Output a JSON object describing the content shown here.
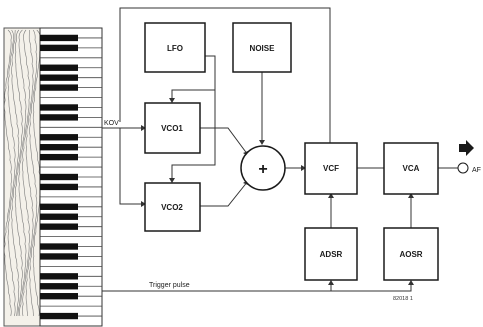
{
  "blocks": {
    "lfo": "LFO",
    "noise": "NOISE",
    "vco1": "VCO1",
    "vco2": "VCO2",
    "mixer": "+",
    "vcf": "VCF",
    "vca": "VCA",
    "adsr_filter": "ADSR",
    "adsr_amp": "AOSR"
  },
  "labels": {
    "kov": "KOV",
    "trigger": "Trigger pulse",
    "output": "AF",
    "figure_number": "82018 1"
  },
  "colors": {
    "line": "#333333",
    "ink": "#1a1a1a",
    "paper": "#ffffff"
  }
}
